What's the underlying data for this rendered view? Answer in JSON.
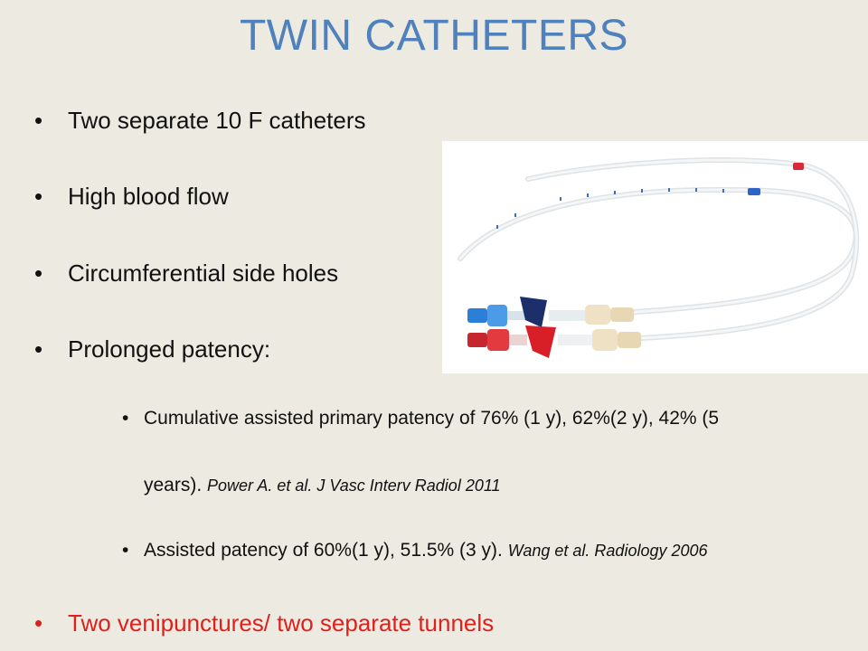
{
  "slide": {
    "title": "TWIN CATHETERS",
    "bullets": [
      "Two separate 10 F catheters",
      "High blood flow",
      "Circumferential side holes",
      "Prolonged patency:"
    ],
    "sub_bullets": [
      {
        "text_line1": "Cumulative assisted primary patency of 76% (1 y), 62%(2 y), 42% (5",
        "text_line2": "years).",
        "ref": "Power A. et al. J Vasc Interv Radiol 2011"
      },
      {
        "text": "Assisted patency of 60%(1 y), 51.5% (3 y).",
        "ref": "Wang et al. Radiology 2006"
      }
    ],
    "last_bullet": "Two venipunctures/ two separate tunnels",
    "bullet_symbol": "•",
    "colors": {
      "title": "#4f81bd",
      "alert": "#e0201b",
      "background": "#edeae1"
    },
    "image_alt": "twin-catheters-photo"
  }
}
